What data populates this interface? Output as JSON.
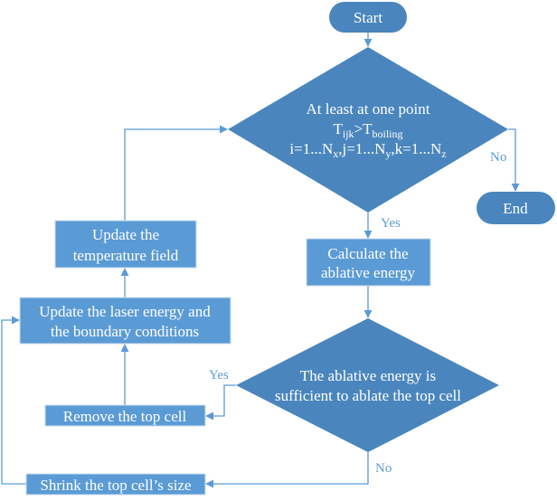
{
  "colors": {
    "terminal": "#4a86bd",
    "decision": "#4a86bd",
    "process": "#5b9bd5",
    "connector": "#5b9bd5",
    "label": "#5b9bd5"
  },
  "nodes": {
    "start": {
      "label": "Start"
    },
    "end": {
      "label": "End"
    },
    "decision_boiling": {
      "line1": "At least at one point",
      "line2_T": "T",
      "line2_sub1": "ijk",
      "line2_gt": ">T",
      "line2_sub2": "boiling",
      "line3_a": "i=1...N",
      "line3_sx": "x",
      "line3_b": ",j=1...N",
      "line3_sy": "y",
      "line3_c": ",k=1...N",
      "line3_sz": "z"
    },
    "calculate": {
      "line1": "Calculate the",
      "line2": "ablative energy"
    },
    "decision_sufficient": {
      "line1": "The ablative energy is",
      "line2": "sufficient to ablate the top cell"
    },
    "remove": {
      "label": "Remove the top cell"
    },
    "shrink": {
      "label": "Shrink the top cell’s size"
    },
    "update_laser": {
      "line1": "Update the laser energy and",
      "line2": "the boundary conditions"
    },
    "update_temp": {
      "line1": "Update the",
      "line2": "temperature field"
    }
  },
  "edge_labels": {
    "boiling_no": "No",
    "boiling_yes": "Yes",
    "sufficient_yes": "Yes",
    "sufficient_no": "No"
  }
}
